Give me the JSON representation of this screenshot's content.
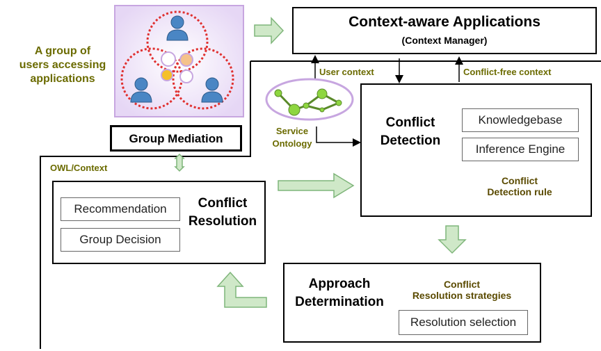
{
  "apps": {
    "title": "Context-aware Applications",
    "subtitle": "(Context Manager)"
  },
  "users_label": "A group of\nusers accessing\napplications",
  "group_mediation": "Group Mediation",
  "links": {
    "user_context": "User context",
    "conflict_free_context": "Conflict-free context",
    "owl_context": "OWL/Context"
  },
  "service_ontology": "Service\nOntology",
  "conflict_detection": {
    "title": "Conflict\nDetection",
    "knowledgebase": "Knowledgebase",
    "inference_engine": "Inference Engine",
    "rule": "Conflict\nDetection rule"
  },
  "conflict_resolution": {
    "title": "Conflict\nResolution",
    "recommendation": "Recommendation",
    "group_decision": "Group Decision"
  },
  "approach": {
    "title": "Approach\nDetermination",
    "strategies": "Conflict\nResolution strategies",
    "selection": "Resolution selection"
  },
  "colors": {
    "arrow_fill": "#cfe8c8",
    "arrow_stroke": "#7fb57a",
    "cylinder": "#f2ef3a",
    "dotted_circle": "#e0302f",
    "ontology_node": "#8ed640",
    "purple_border": "#c7a6e0"
  }
}
